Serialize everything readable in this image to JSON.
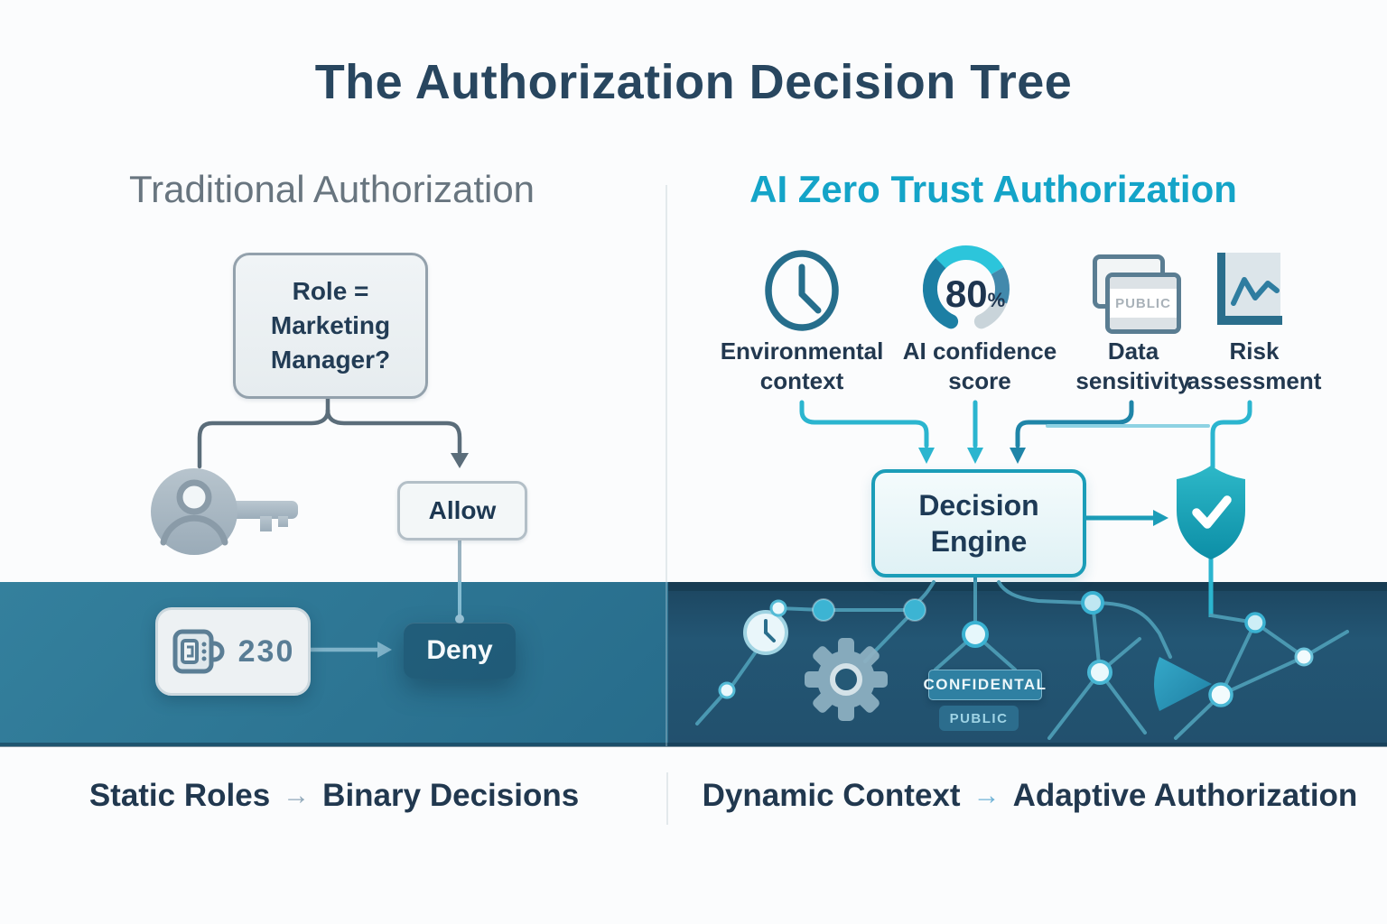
{
  "title": "The Authorization Decision Tree",
  "left": {
    "heading": "Traditional Authorization",
    "role_box": "Role =\nMarketing\nManager?",
    "allow": "Allow",
    "deny": "Deny",
    "badge": "230",
    "caption": {
      "a": "Static Roles",
      "arrow": "→",
      "b": "Binary Decisions"
    }
  },
  "right": {
    "heading": "AI Zero Trust Authorization",
    "factors": [
      {
        "icon": "clock-icon",
        "label": "Environmental\ncontext"
      },
      {
        "icon": "gauge-icon",
        "label": "AI confidence\nscore",
        "value": "80",
        "unit": "%"
      },
      {
        "icon": "cards-icon",
        "label": "Data\nsensitivity",
        "badge": "PUBLIC"
      },
      {
        "icon": "chart-icon",
        "label": "Risk\nassessment"
      }
    ],
    "engine": "Decision\nEngine",
    "band": {
      "confidential": "CONFIDENTAL",
      "public": "PUBLIC"
    },
    "caption": {
      "a": "Dynamic Context",
      "arrow": "→",
      "b": "Adaptive Authorization"
    }
  },
  "colors": {
    "accent_cyan": "#14a4c8",
    "navy": "#28465f",
    "band_teal_left": "#2d7795",
    "band_navy_right": "#22506d",
    "connector_teal": "#2bb5cf",
    "shield_teal": "#0d93aa"
  }
}
